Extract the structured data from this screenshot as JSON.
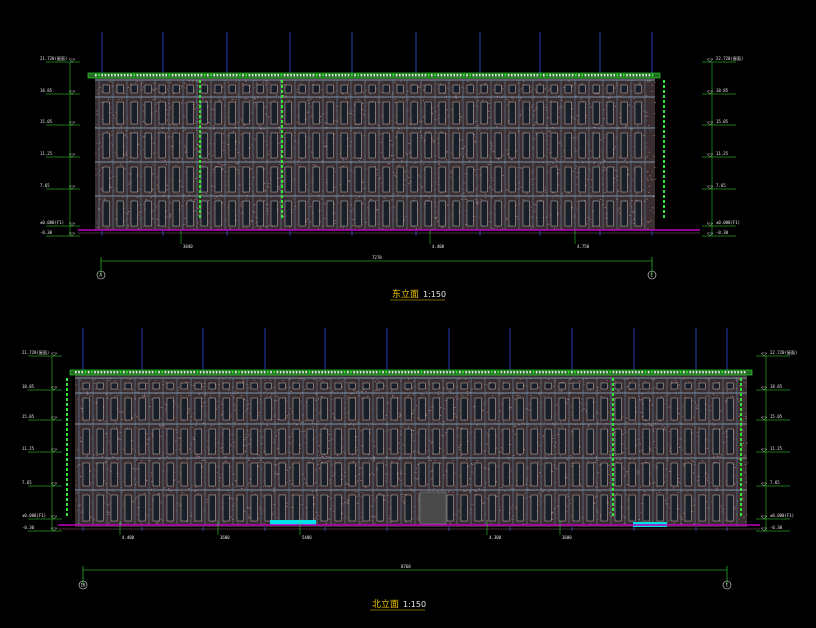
{
  "colors": {
    "background": "#000000",
    "grid": "#5a7fa0",
    "brick": "#8a6a6a",
    "green": "#35e835",
    "magenta": "#c000c0",
    "cyan": "#00e0e8",
    "axis": "#2d4bd8",
    "white": "#e8e8e8",
    "title_yellow": "#f0c800"
  },
  "elevations": [
    {
      "title_main": "东立面",
      "title_scale": "1:150",
      "overall_dim": "7278",
      "axis_left": "A",
      "axis_right": "L",
      "level_labels_left": [
        "21.720(屋面)",
        "18.85",
        "15.05",
        "11.25",
        "7.65",
        "±0.000(F1)",
        "-0.30"
      ],
      "level_labels_right": [
        "22.720(屋面)",
        "18.85",
        "15.05",
        "11.25",
        "7.65",
        "±0.000(F1)",
        "-0.30"
      ],
      "small_tags": [
        "3840",
        "4.400",
        "4.750"
      ]
    },
    {
      "title_main": "北立面",
      "title_scale": "1:150",
      "overall_dim": "8760",
      "axis_left": "16",
      "axis_right": "1",
      "level_labels_left": [
        "21.720(屋面)",
        "18.85",
        "15.05",
        "11.25",
        "7.65",
        "±0.000(F1)",
        "-0.30"
      ],
      "level_labels_right": [
        "22.720(屋面)",
        "18.85",
        "15.05",
        "11.25",
        "7.65",
        "±0.000(F1)",
        "-0.30"
      ],
      "small_tags": [
        "4.400",
        "3600",
        "5400",
        "4.300",
        "3600"
      ]
    }
  ]
}
